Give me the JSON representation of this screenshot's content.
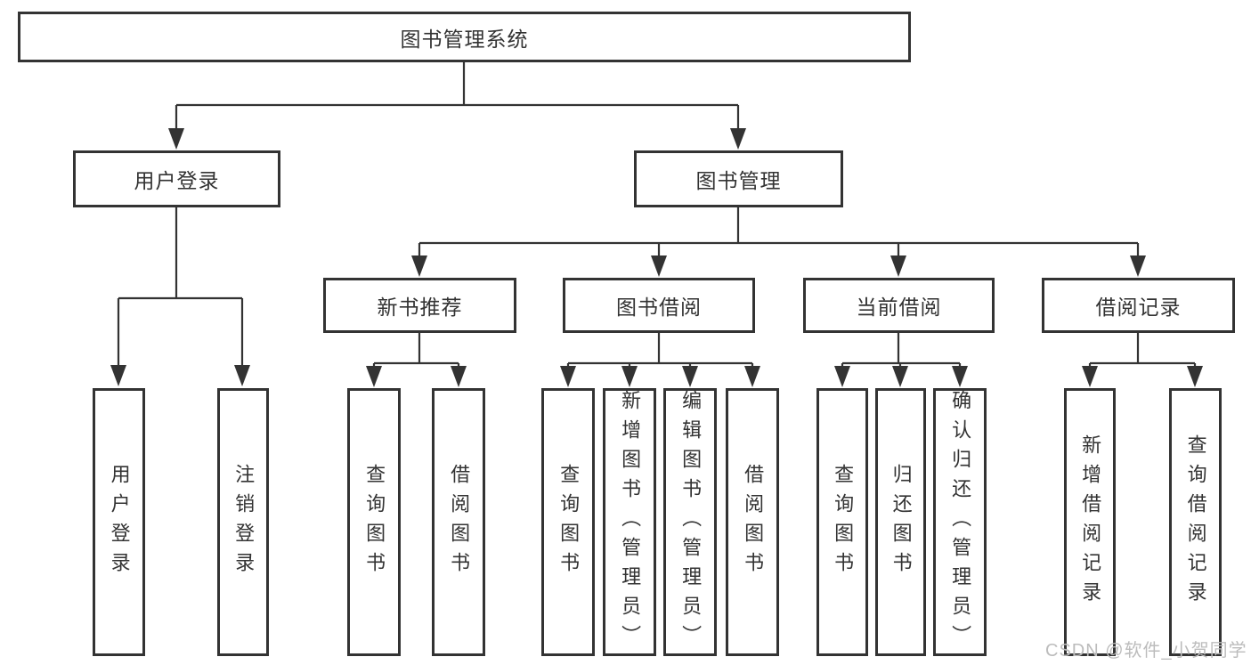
{
  "diagram": {
    "root": "图书管理系统",
    "children": [
      {
        "label": "用户登录",
        "children": [
          "用户登录",
          "注销登录"
        ]
      },
      {
        "label": "图书管理",
        "children": [
          {
            "label": "新书推荐",
            "children": [
              "查询图书",
              "借阅图书"
            ]
          },
          {
            "label": "图书借阅",
            "children": [
              "查询图书",
              "新增图书（管理员）",
              "编辑图书（管理员）",
              "借阅图书"
            ]
          },
          {
            "label": "当前借阅",
            "children": [
              "查询图书",
              "归还图书",
              "确认归还（管理员）"
            ]
          },
          {
            "label": "借阅记录",
            "children": [
              "新增借阅记录",
              "查询借阅记录"
            ]
          }
        ]
      }
    ]
  },
  "watermark": {
    "text": "CSDN @软件_小贺同学"
  },
  "colors": {
    "line": "#333333",
    "box_border": "#333333",
    "box_fill": "#ffffff",
    "text": "#333333",
    "watermark": "#bcbcbc",
    "background": "#ffffff"
  }
}
